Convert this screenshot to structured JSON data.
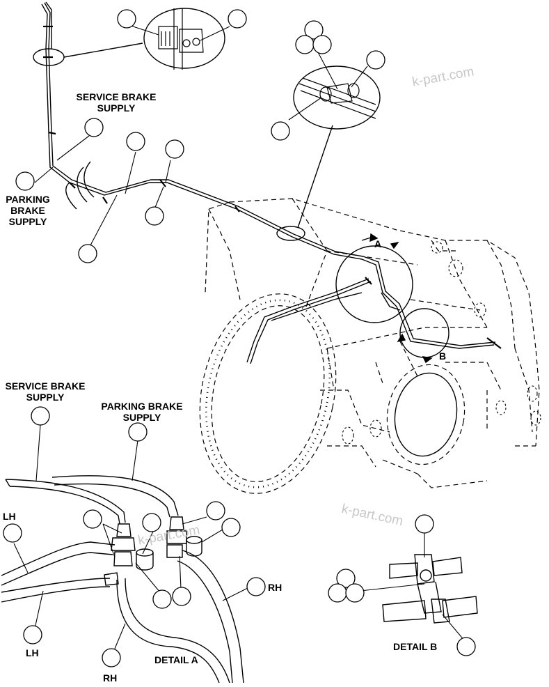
{
  "watermark": "k-part.com",
  "labels": {
    "service_brake_supply_top": [
      "SERVICE BRAKE",
      "SUPPLY"
    ],
    "parking_brake_supply_left": [
      "PARKING",
      "BRAKE",
      "SUPPLY"
    ],
    "service_brake_supply_detail": [
      "SERVICE BRAKE",
      "SUPPLY"
    ],
    "parking_brake_supply_detail": [
      "PARKING BRAKE",
      "SUPPLY"
    ],
    "lh": "LH",
    "rh": "RH",
    "detail_a": "DETAIL A",
    "detail_b": "DETAIL B",
    "view_a": "A",
    "view_b": "B"
  },
  "colors": {
    "line": "#000000",
    "dashed": "#000000",
    "background": "#ffffff"
  }
}
